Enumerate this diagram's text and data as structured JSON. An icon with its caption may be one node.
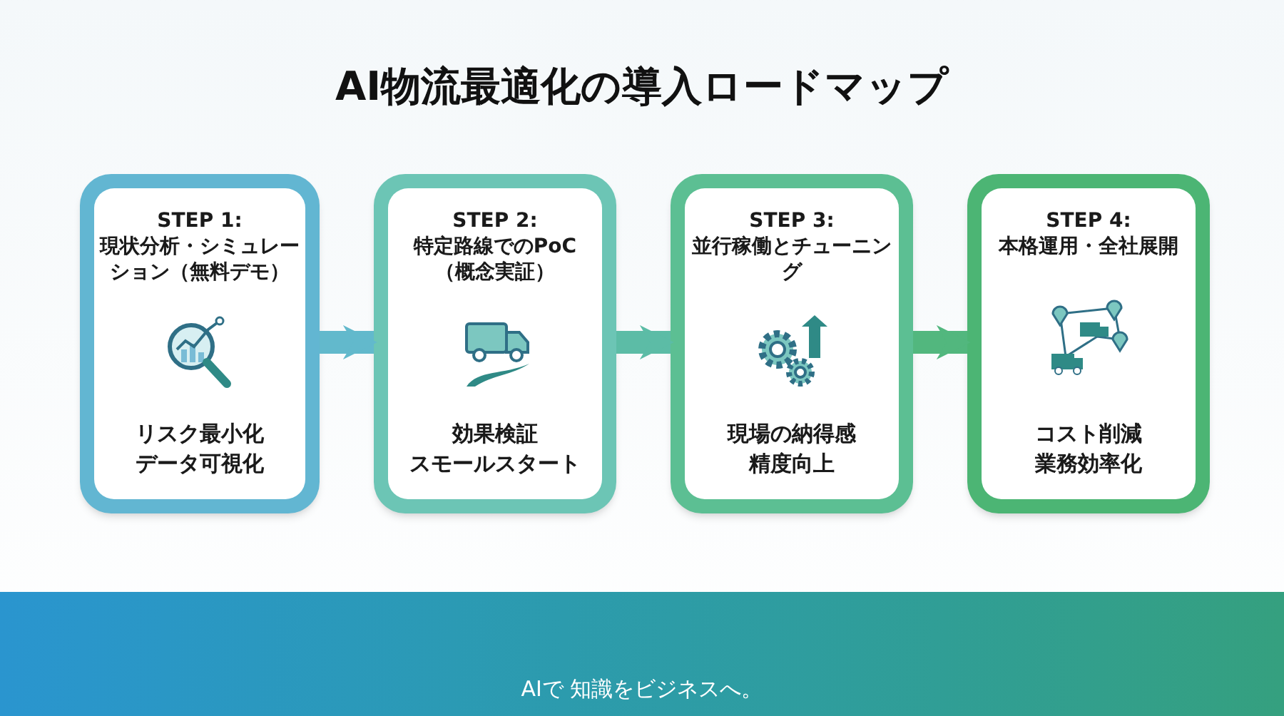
{
  "diagram": {
    "title": "AI物流最適化の導入ロードマップ",
    "nodes": [
      {
        "text": [
          "STEP 1:",
          "現状分析・シミュレーション（無料デモ）",
          "リスク最小化",
          "データ可視化"
        ]
      },
      {
        "text": [
          "STEP 2:",
          "特定路線でのPoC（概念実証）",
          "効果検証",
          "スモールスタート"
        ]
      },
      {
        "text": [
          "STEP 3:",
          "並行稼働とチューニング",
          "現場の納得感",
          "精度向上"
        ]
      },
      {
        "text": [
          "STEP 4:",
          "本格運用・全社展開",
          "コスト削減",
          "業務効率化"
        ]
      }
    ],
    "edges": [
      {
        "from": 0,
        "to": 1,
        "arrow": "to",
        "color": "#62b9cc"
      },
      {
        "from": 1,
        "to": 2,
        "arrow": "to",
        "color": "#5cbca6"
      },
      {
        "from": 2,
        "to": 3,
        "arrow": "to",
        "color": "#52b77e"
      }
    ],
    "labels": [
      "AIで 知識をビジネスへ。"
    ]
  }
}
